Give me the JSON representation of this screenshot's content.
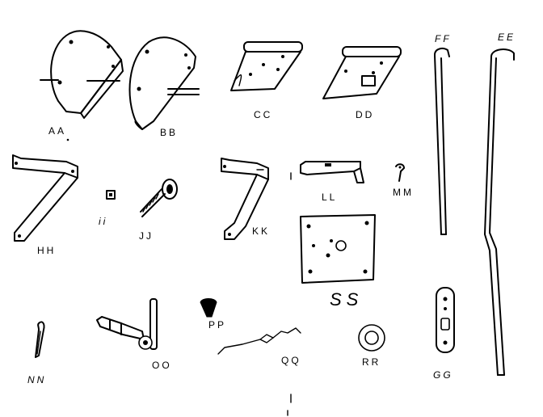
{
  "labels": {
    "aa": "AA",
    "bb": "BB",
    "cc": "CC",
    "dd": "DD",
    "ff": "FF",
    "ee": "EE",
    "hh": "HH",
    "ii": "ii",
    "jj": "JJ",
    "kk": "KK",
    "ll": "LL",
    "mm": "MM",
    "ss": "SS",
    "nn": "NN",
    "oo": "OO",
    "pp": "PP",
    "qq": "QQ",
    "rr": "RR",
    "gg": "GG"
  },
  "colors": {
    "ink": "#000000",
    "paper": "#ffffff"
  }
}
